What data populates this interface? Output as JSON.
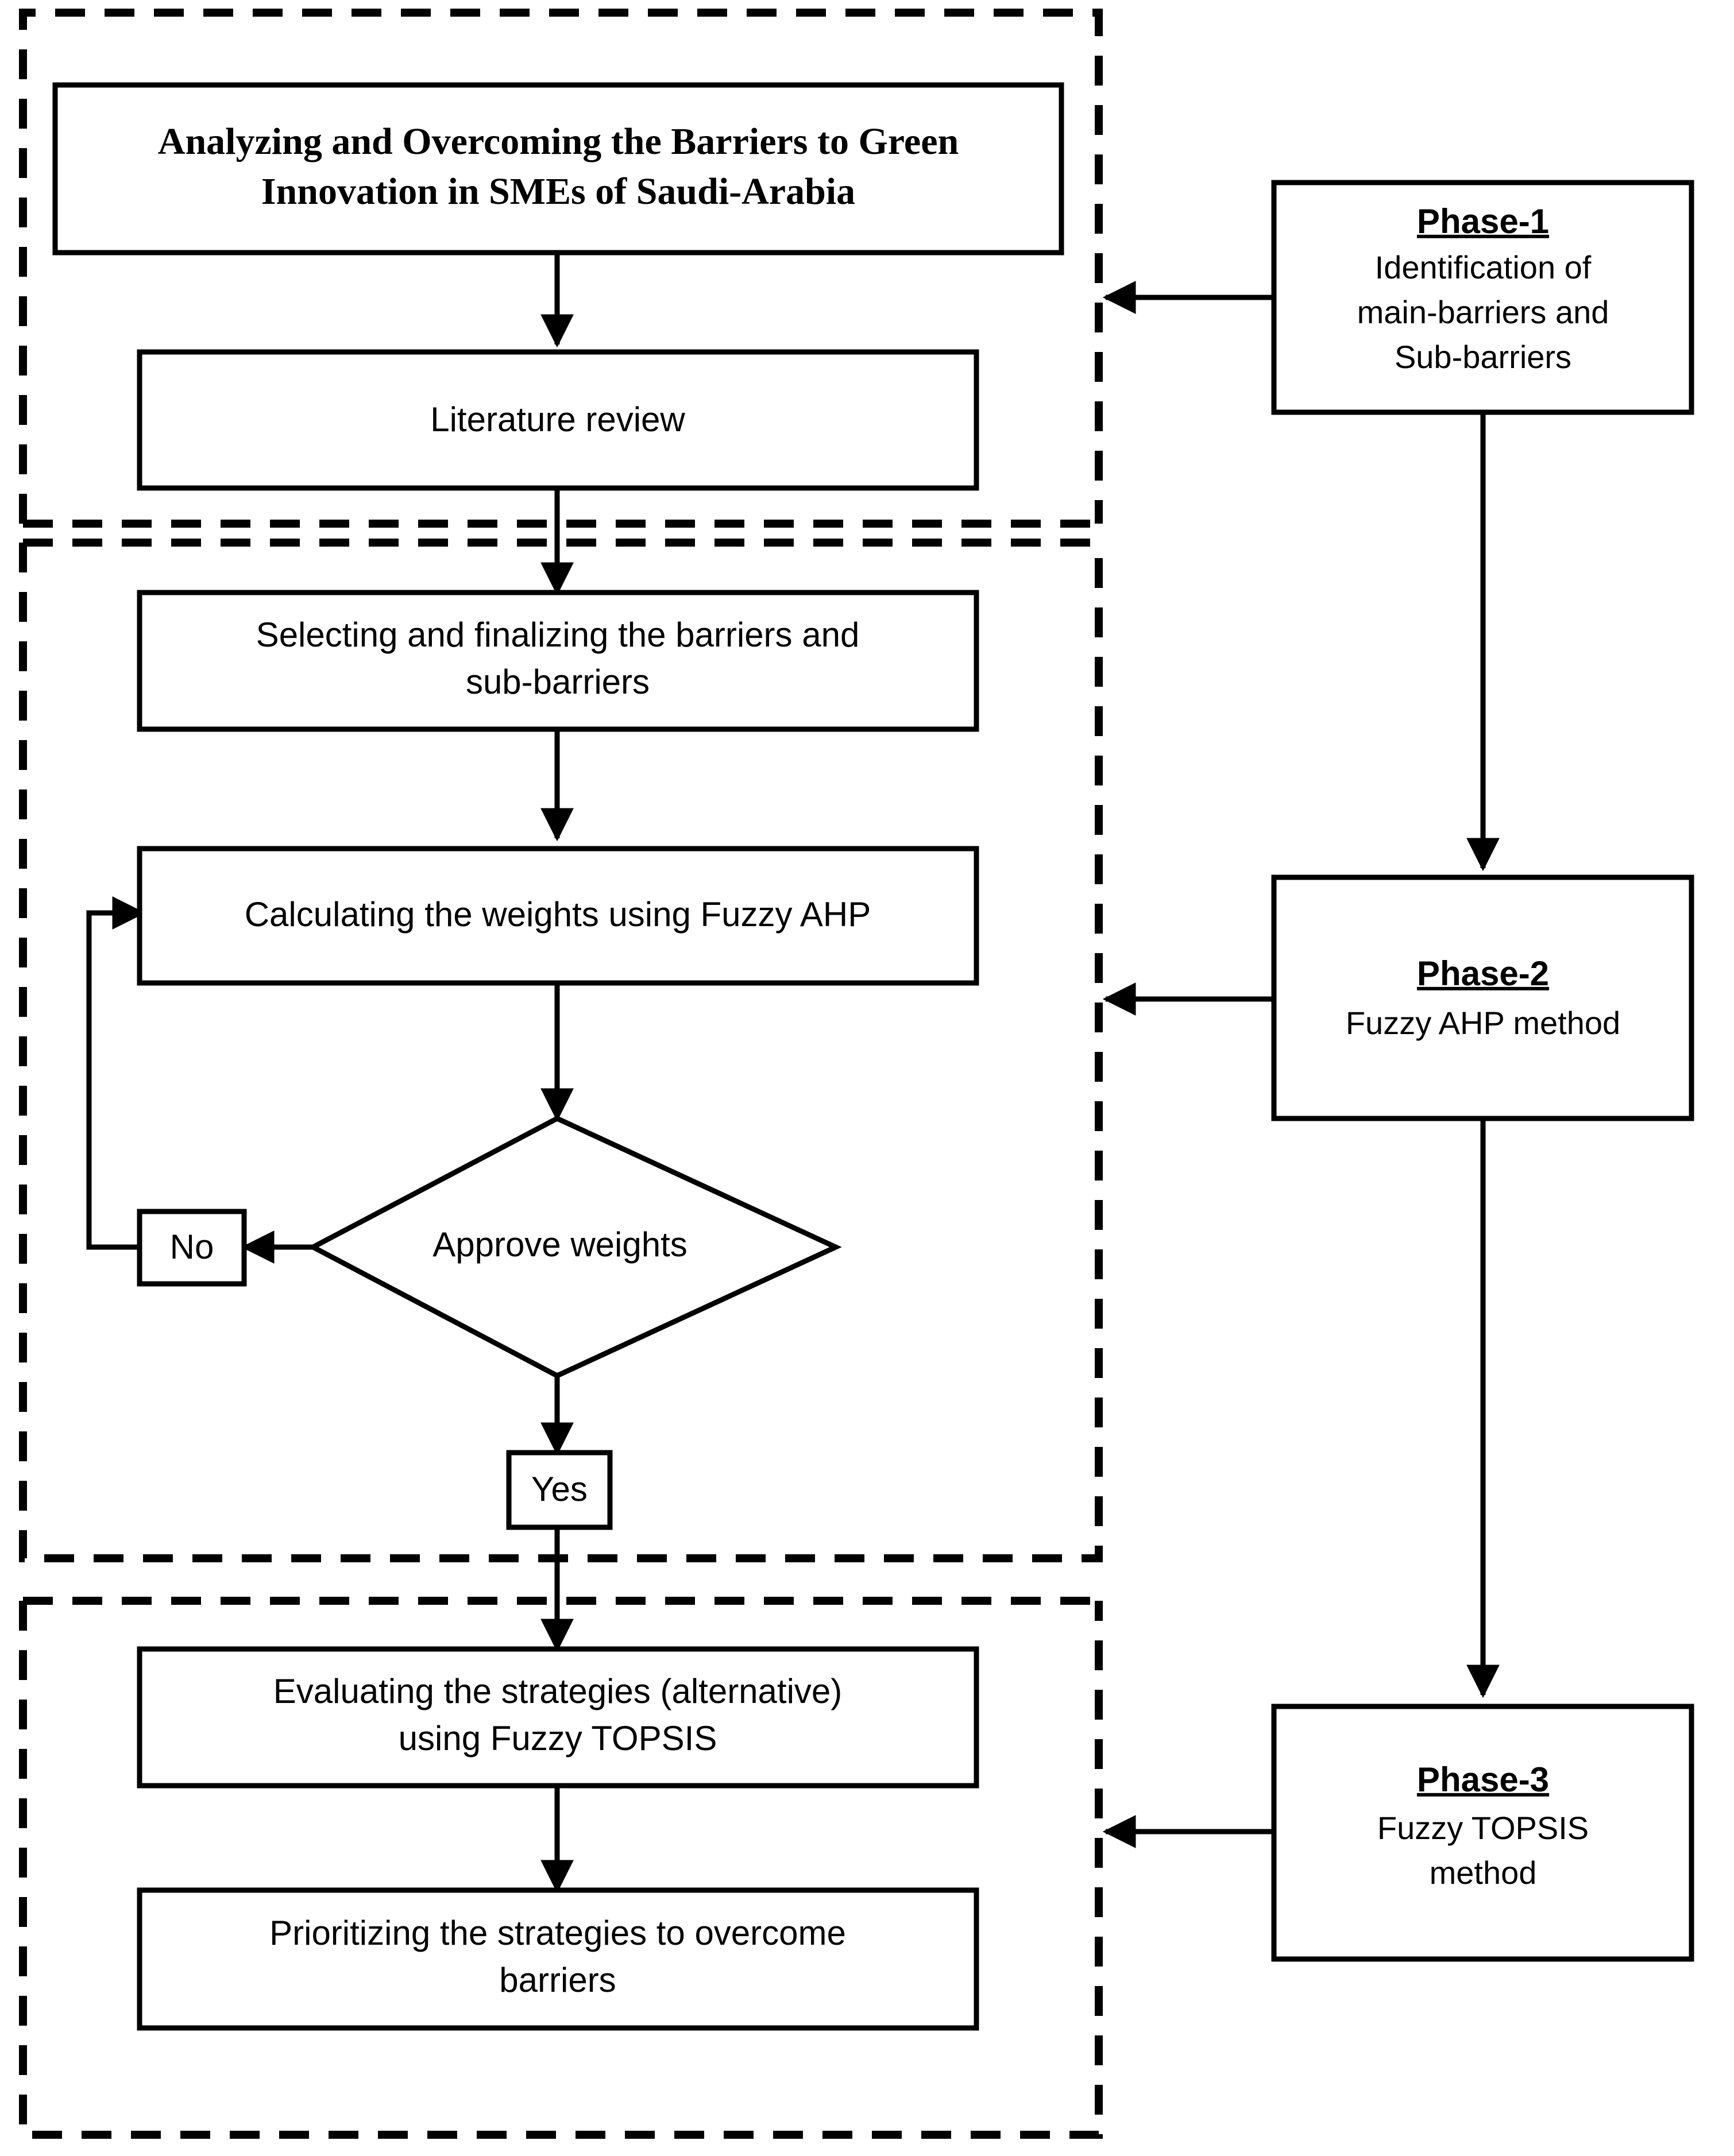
{
  "diagram": {
    "title": "Research methodology flowchart",
    "nodes": {
      "study_title": "Analyzing and Overcoming the Barriers to Green Innovation in SMEs of Saudi-Arabia",
      "study_title_line1": "Analyzing and Overcoming the Barriers to Green",
      "study_title_line2": "Innovation in SMEs of Saudi-Arabia",
      "literature_review": "Literature review",
      "selecting_line1": "Selecting and finalizing the barriers and",
      "selecting_line2": "sub-barriers",
      "calculating_weights": "Calculating the weights using Fuzzy AHP",
      "decision": "Approve weights",
      "decision_no": "No",
      "decision_yes": "Yes",
      "evaluating_line1": "Evaluating the strategies (alternative)",
      "evaluating_line2": "using Fuzzy TOPSIS",
      "prioritizing_line1": "Prioritizing the strategies to overcome",
      "prioritizing_line2": "barriers"
    },
    "phases": [
      {
        "id": "phase-1",
        "header": "Phase-1",
        "body_line1": "Identification of",
        "body_line2": "main-barriers and",
        "body_line3": "Sub-barriers"
      },
      {
        "id": "phase-2",
        "header": "Phase-2",
        "body_line1": "Fuzzy AHP method",
        "body_line2": "",
        "body_line3": ""
      },
      {
        "id": "phase-3",
        "header": "Phase-3",
        "body_line1": "Fuzzy TOPSIS",
        "body_line2": "method",
        "body_line3": ""
      }
    ],
    "colors": {
      "stroke": "#000000",
      "fill": "#ffffff",
      "background": "#ffffff"
    }
  }
}
